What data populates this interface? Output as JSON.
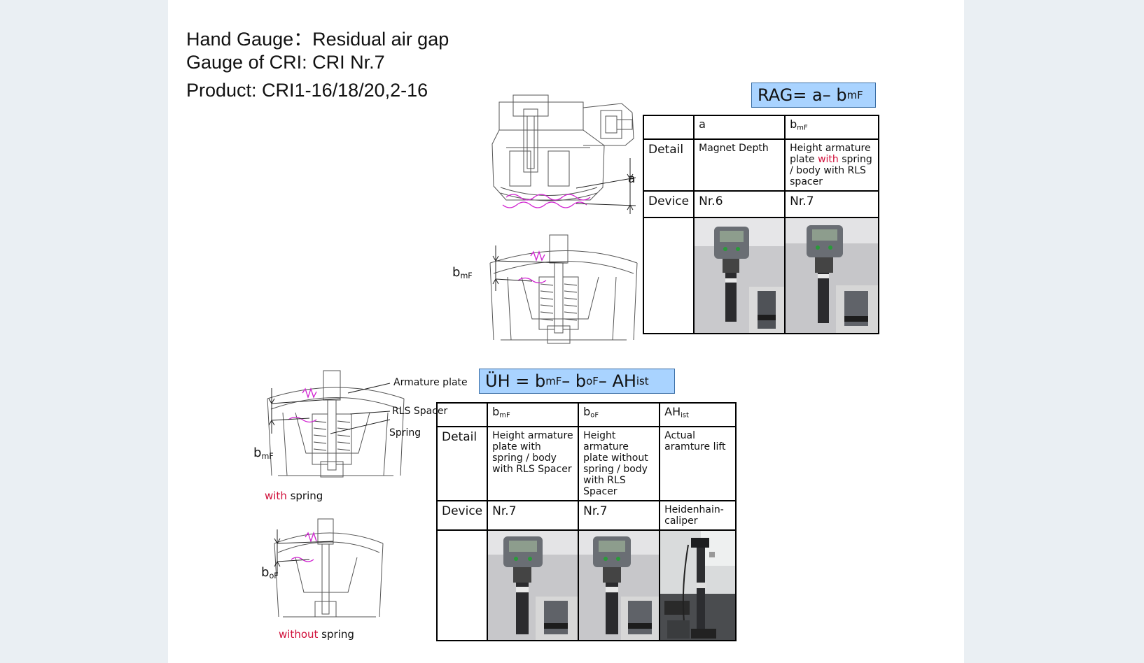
{
  "header": {
    "line1": "Hand Gauge：Residual air gap",
    "line2": "Gauge of CRI: CRI Nr.7",
    "line3": "Product: CRI1-16/18/20,2-16"
  },
  "rag_formula": {
    "main": "RAG= a– b",
    "sub": "mF"
  },
  "uh_formula": {
    "p1": "ÜH = b",
    "s1": "mF",
    "p2": " – b",
    "s2": "oF",
    "p3": " – AH",
    "s3": "ist"
  },
  "diagram_labels": {
    "a": "a",
    "bmf_main": "b",
    "bmf_sub": "mF",
    "bof_main": "b",
    "bof_sub": "oF",
    "armature_plate": "Armature plate",
    "rls_spacer": "RLS Spacer",
    "spring": "Spring",
    "with_caption_red": "with",
    "with_caption_rest": " spring",
    "without_caption_red": "without",
    "without_caption_rest": " spring"
  },
  "rag_table": {
    "col_a": "a",
    "col_b_main": "b",
    "col_b_sub": "mF",
    "row_detail": "Detail",
    "row_device": "Device",
    "detail_a": "Magnet Depth",
    "detail_b_pre": "Height armature plate ",
    "detail_b_red": "with",
    "detail_b_post": " spring / body with RLS spacer",
    "device_a": "Nr.6",
    "device_b": "Nr.7"
  },
  "uh_table": {
    "col1_main": "b",
    "col1_sub": "mF",
    "col2_main": "b",
    "col2_sub": "oF",
    "col3_main": "AH",
    "col3_sub": "ist",
    "row_detail": "Detail",
    "row_device": "Device",
    "detail1": "Height armature plate with spring / body with RLS Spacer",
    "detail2": "Height armature plate without spring / body with RLS Spacer",
    "detail3": "Actual aramture lift",
    "device1": "Nr.7",
    "device2": "Nr.7",
    "device3": "Heidenhain-caliper"
  },
  "colors": {
    "formula_bg": "#a9d3ff",
    "accent_red": "#d0103a",
    "spring_magenta": "#d020d0"
  }
}
